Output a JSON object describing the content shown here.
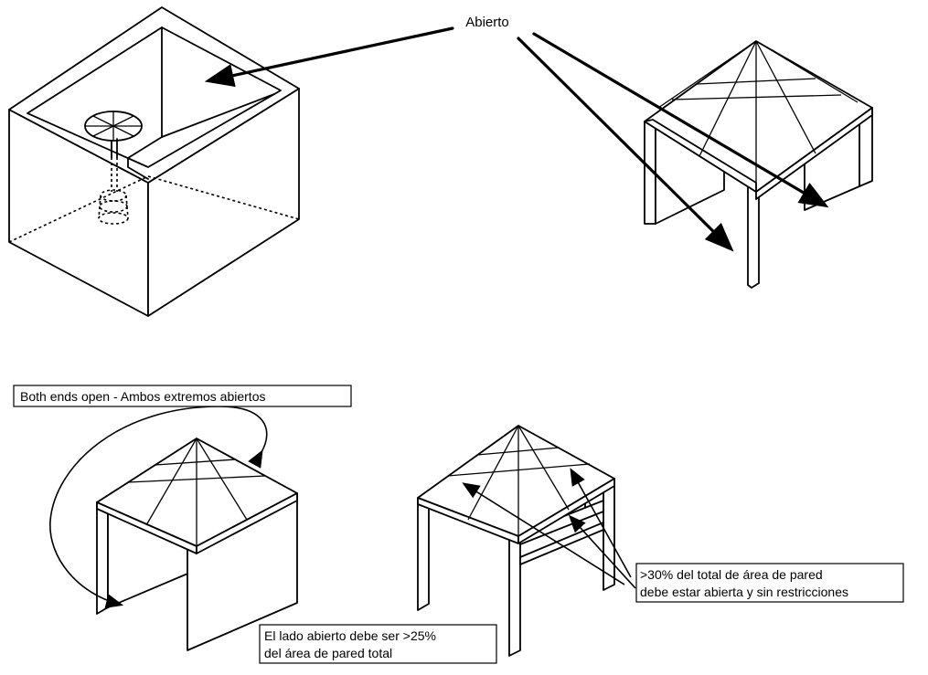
{
  "labels": {
    "open": "Abierto",
    "both_ends": "Both ends open - Ambos extremos abiertos",
    "wall_area_line1": ">30% del total de área de pared",
    "wall_area_line2": "debe estar abierta y sin restricciones",
    "open_side_line1": "El lado abierto debe ser >25%",
    "open_side_line2": "del área de pared total"
  }
}
